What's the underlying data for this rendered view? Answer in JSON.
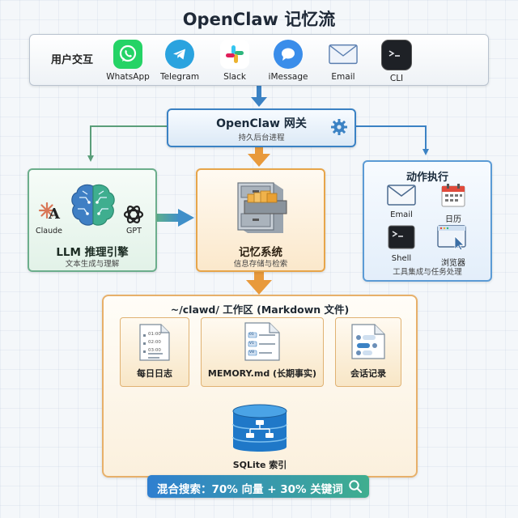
{
  "title": "OpenClaw 记忆流",
  "user_interaction": {
    "label": "用户交互",
    "channels": [
      {
        "name": "WhatsApp",
        "icon": "whatsapp-icon",
        "color": "#25d366"
      },
      {
        "name": "Telegram",
        "icon": "telegram-icon",
        "color": "#2aa3df"
      },
      {
        "name": "Slack",
        "icon": "slack-icon",
        "color": "#e01e5a"
      },
      {
        "name": "iMessage",
        "icon": "imessage-icon",
        "color": "#3a8dea"
      },
      {
        "name": "Email",
        "icon": "email-icon",
        "color": "#5b7fb0"
      },
      {
        "name": "CLI",
        "icon": "terminal-icon",
        "color": "#1e2126"
      }
    ]
  },
  "gateway": {
    "title": "OpenClaw 网关",
    "subtitle": "持久后台进程",
    "icon": "gear-icon"
  },
  "llm": {
    "title": "LLM 推理引擎",
    "subtitle": "文本生成与理解",
    "providers": [
      "Claude",
      "GPT"
    ],
    "icon": "brain-icon",
    "color": "#6cae8c"
  },
  "memory": {
    "title": "记忆系统",
    "subtitle": "信息存储与检索",
    "icon": "file-cabinet-icon",
    "color": "#e7a54a"
  },
  "actions": {
    "title": "动作执行",
    "subtitle": "工具集成与任务处理",
    "items": [
      {
        "name": "Email",
        "icon": "email-icon"
      },
      {
        "name": "日历",
        "icon": "calendar-icon"
      },
      {
        "name": "Shell",
        "icon": "terminal-icon"
      },
      {
        "name": "浏览器",
        "icon": "browser-icon"
      }
    ],
    "color": "#5b9bd5"
  },
  "workspace": {
    "title": "~/clawd/ 工作区 (Markdown 文件)",
    "daily_log": {
      "label": "每日日志",
      "times": [
        "01:00",
        "02:00",
        "03:00"
      ]
    },
    "memory_md": {
      "label": "MEMORY.md (长期事实)",
      "tags": [
        "01",
        "V1",
        "V8"
      ]
    },
    "session_log": {
      "label": "会话记录"
    },
    "sqlite": {
      "label": "SQLite 索引",
      "icon": "database-icon"
    }
  },
  "search": {
    "text": "混合搜索：70% 向量 + 30% 关键词",
    "icon": "search-icon"
  },
  "colors": {
    "blue": "#3b82c4",
    "orange": "#e89a3c",
    "green": "#6cae8c"
  }
}
